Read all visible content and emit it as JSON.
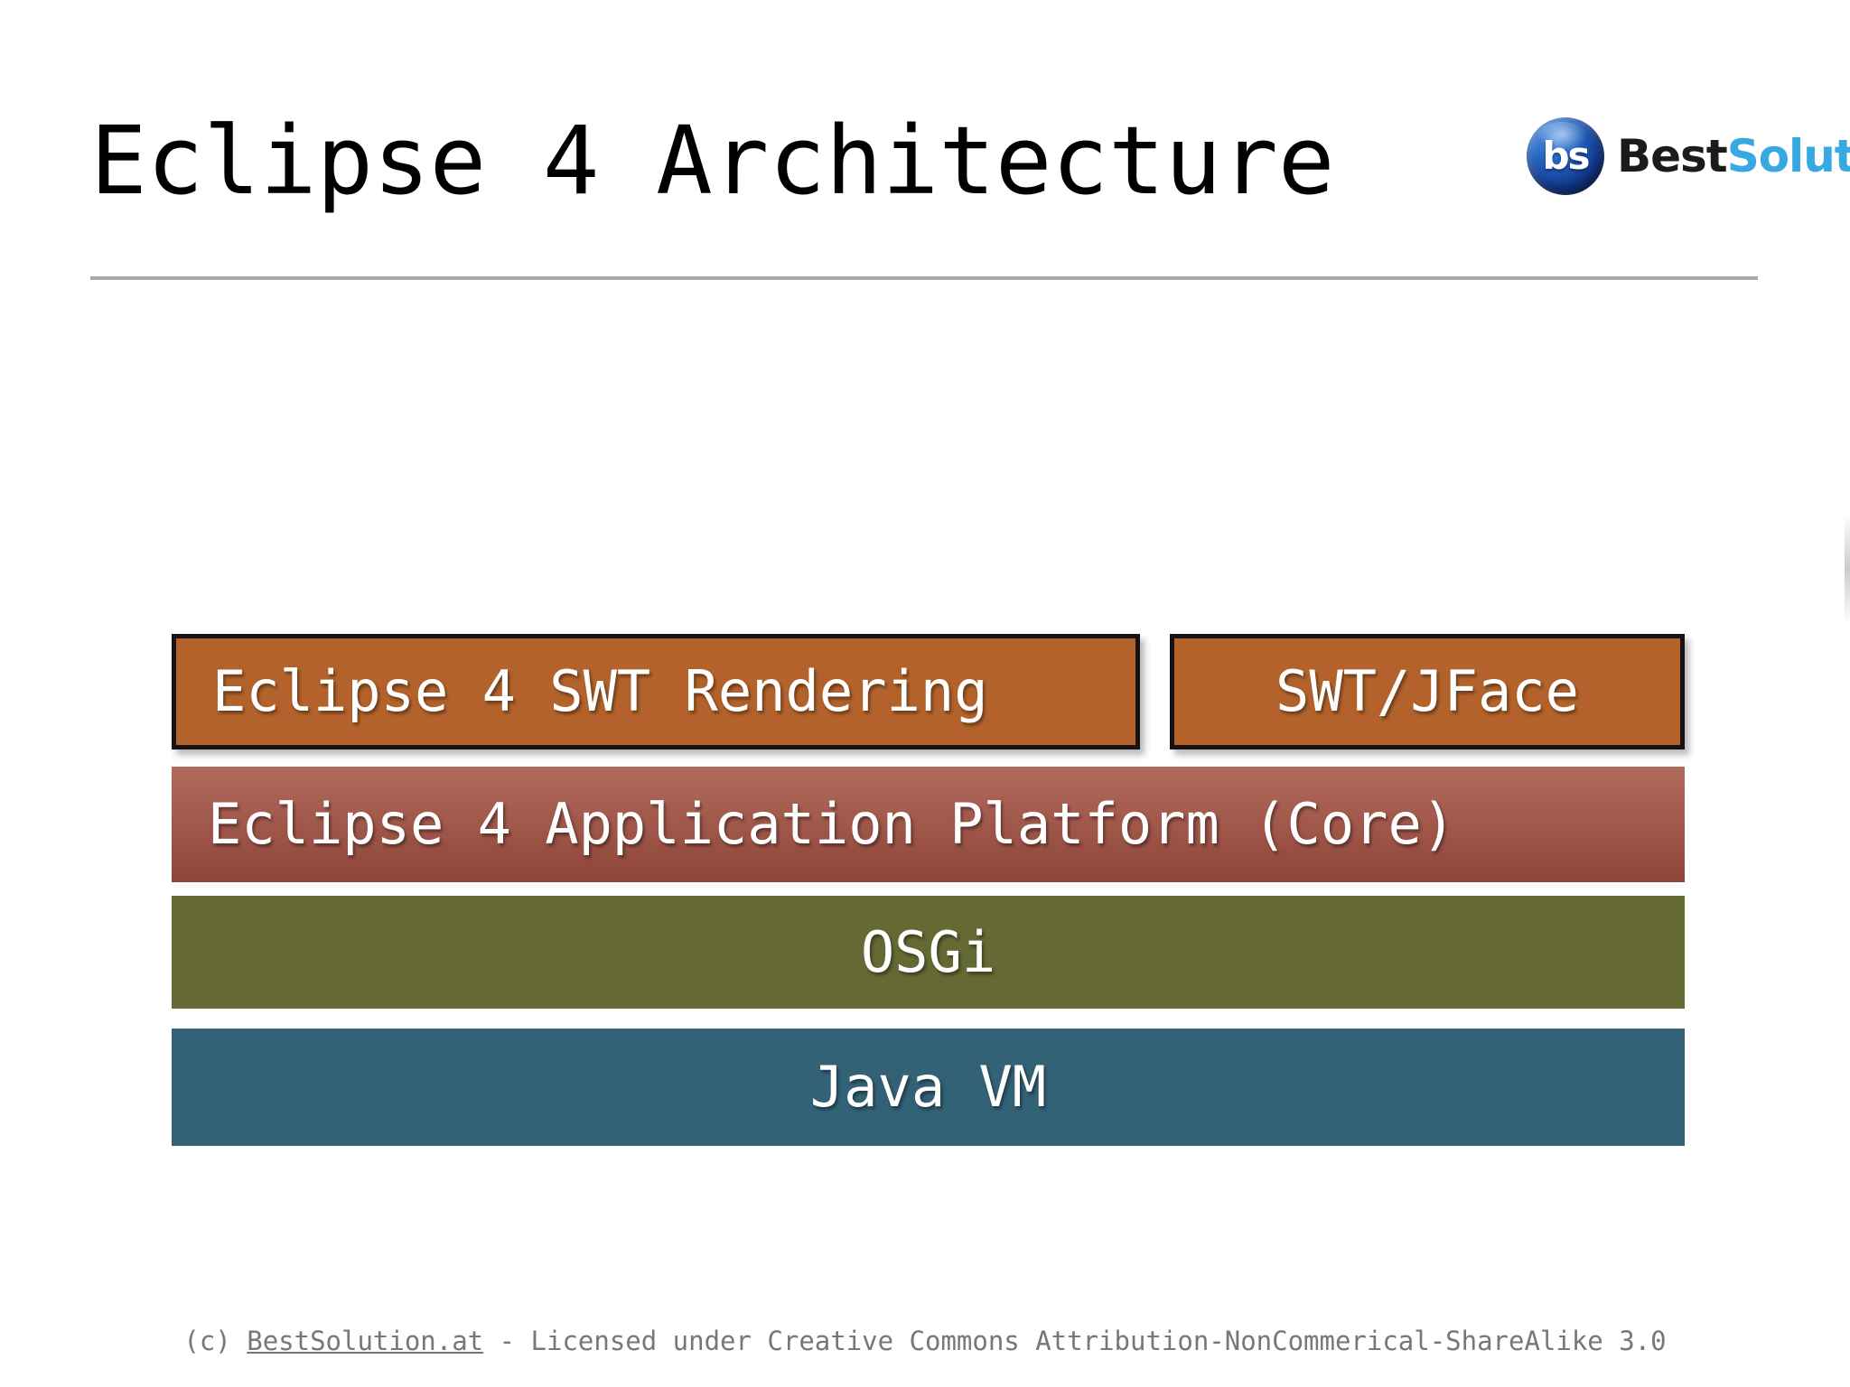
{
  "slide": {
    "title": "Eclipse 4 Architecture",
    "background_color": "#ffffff",
    "divider_color": "#a8a8ad"
  },
  "logo": {
    "badge_text": "bs",
    "word_part_1": "Best",
    "word_part_2": "Solution",
    "color_part_1": "#1b1b1b",
    "color_part_2": "#36a9e1",
    "badge_color": "#1d50a8"
  },
  "diagram": {
    "type": "layered-stack",
    "layers": [
      {
        "id": "rendering-row",
        "blocks": [
          {
            "label": "Eclipse 4 SWT Rendering",
            "color": "#b2622a",
            "border_color": "#191214",
            "align": "left"
          },
          {
            "label": "SWT/JFace",
            "color": "#b2622a",
            "border_color": "#191214",
            "align": "center"
          }
        ]
      },
      {
        "id": "core-row",
        "blocks": [
          {
            "label": "Eclipse 4 Application Platform (Core)",
            "color": "#9c5144",
            "border_color": "",
            "align": "left"
          }
        ]
      },
      {
        "id": "osgi-row",
        "blocks": [
          {
            "label": "OSGi",
            "color": "#656934",
            "border_color": "",
            "align": "center"
          }
        ]
      },
      {
        "id": "jvm-row",
        "blocks": [
          {
            "label": "Java VM",
            "color": "#336176",
            "border_color": "",
            "align": "center"
          }
        ]
      }
    ]
  },
  "footer": {
    "prefix": "(c) ",
    "link": "BestSolution.at",
    "suffix": " - Licensed under Creative Commons Attribution-NonCommerical-ShareAlike 3.0",
    "color": "#777777"
  }
}
